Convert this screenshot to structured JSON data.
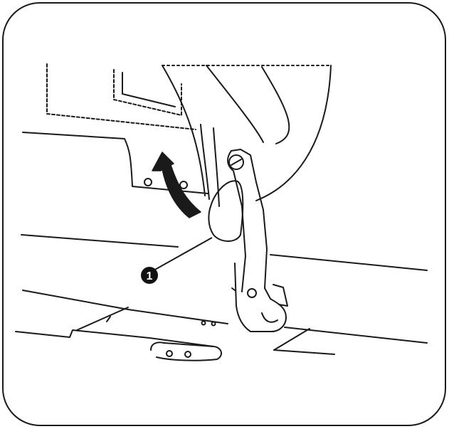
{
  "figure": {
    "callouts": [
      {
        "number": "1",
        "target": "presser-foot-lifter-lever"
      }
    ],
    "arrow_direction": "up",
    "colors": {
      "line": "#1a1a1a",
      "background": "#ffffff",
      "badge_fill": "#111111",
      "badge_text": "#ffffff"
    }
  }
}
